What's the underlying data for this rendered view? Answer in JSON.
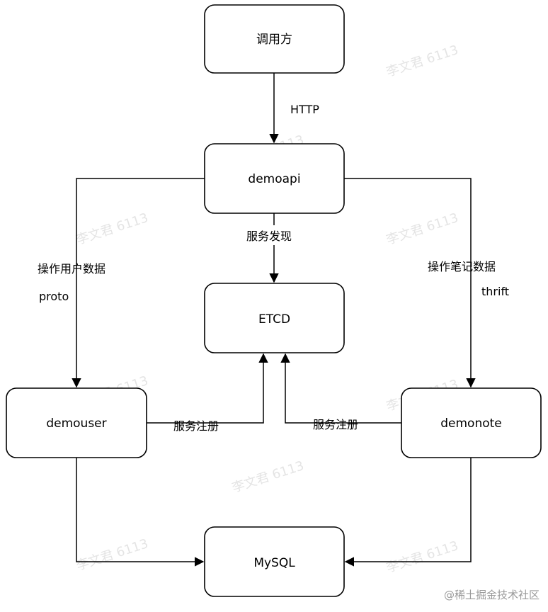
{
  "nodes": {
    "caller": "调用方",
    "demoapi": "demoapi",
    "etcd": "ETCD",
    "demouser": "demouser",
    "demonote": "demonote",
    "mysql": "MySQL"
  },
  "edges": {
    "http": "HTTP",
    "discovery": "服务发现",
    "user_ops": "操作用户数据",
    "user_proto": "proto",
    "note_ops": "操作笔记数据",
    "note_proto": "thrift",
    "user_register": "服务注册",
    "note_register": "服务注册"
  },
  "watermark": "李文君 6113",
  "site_mark": "@稀土掘金技术社区"
}
